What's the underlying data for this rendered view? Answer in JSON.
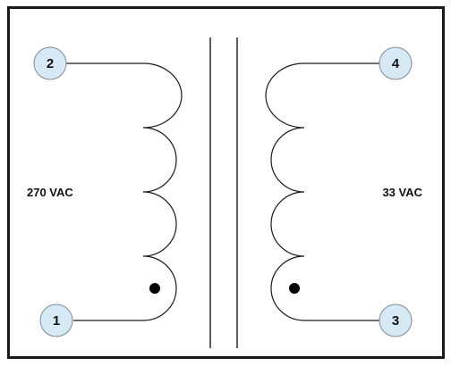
{
  "diagram": {
    "primary": {
      "voltage": "270 VAC",
      "pin_top": "2",
      "pin_bottom": "1"
    },
    "secondary": {
      "voltage": "33 VAC",
      "pin_top": "4",
      "pin_bottom": "3"
    }
  },
  "colors": {
    "pin_fill": "#d6e9f5",
    "pin_stroke": "#7f8a93",
    "line": "#1a1a1a"
  }
}
